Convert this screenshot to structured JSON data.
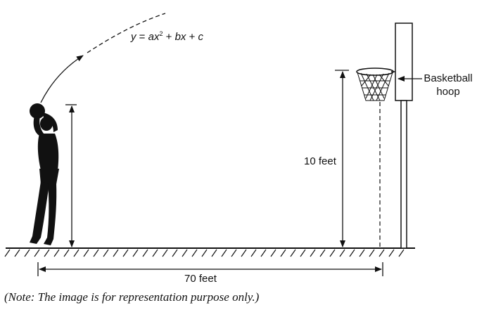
{
  "equation": {
    "y": "y",
    "equals": " = ",
    "a": "a",
    "x1": "x",
    "exponent": "2",
    "plus1": " + ",
    "b": "b",
    "x2": "x",
    "plus2": " + ",
    "c": "c"
  },
  "labels": {
    "hoop_line1": "Basketball",
    "hoop_line2": "hoop",
    "height": "10 feet",
    "distance": "70 feet"
  },
  "note": "(Note: The image is for representation purpose only.)",
  "icons": {
    "player": "basketball-player-silhouette-icon",
    "hoop": "basketball-hoop-icon"
  },
  "colors": {
    "ink": "#111111",
    "background": "#ffffff"
  }
}
